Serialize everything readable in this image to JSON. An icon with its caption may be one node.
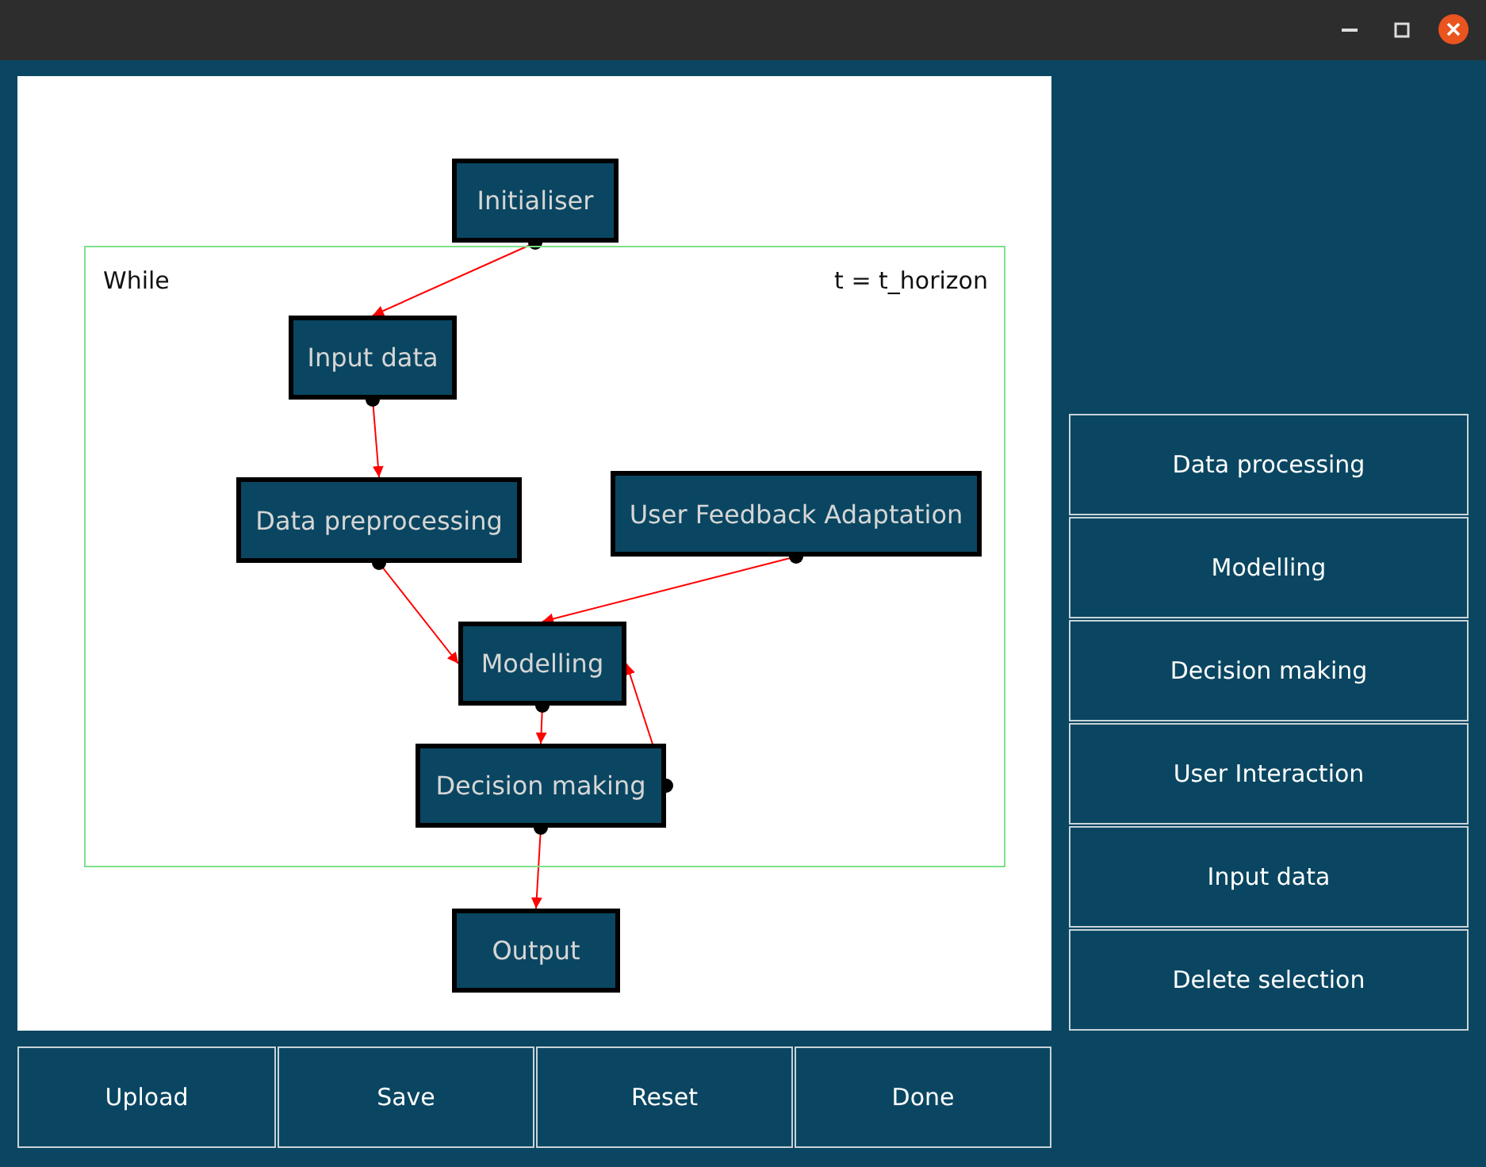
{
  "diagram": {
    "nodes": [
      {
        "text": [
          "Initialiser"
        ]
      },
      {
        "text": [
          "While",
          "t = t_horizon"
        ]
      },
      {
        "text": [
          "Input data"
        ],
        "in": 1
      },
      {
        "text": [
          "Data preprocessing"
        ],
        "in": 1
      },
      {
        "text": [
          "User Feedback Adaptation"
        ],
        "in": 1
      },
      {
        "text": [
          "Modelling"
        ],
        "in": 1
      },
      {
        "text": [
          "Decision making"
        ],
        "in": 1
      },
      {
        "text": [
          "Output"
        ]
      }
    ],
    "edges": [
      {
        "from": 0,
        "to": 2,
        "arrow": "to"
      },
      {
        "from": 2,
        "to": 3,
        "arrow": "to"
      },
      {
        "from": 3,
        "to": 5,
        "arrow": "to"
      },
      {
        "from": 4,
        "to": 5,
        "arrow": "to"
      },
      {
        "from": 5,
        "to": 6,
        "arrow": "to"
      },
      {
        "from": 6,
        "to": 5,
        "arrow": "to"
      },
      {
        "from": 6,
        "to": 7,
        "arrow": "to"
      }
    ],
    "labels": [
      "Data processing",
      "Modelling",
      "Decision making",
      "User Interaction",
      "Input data",
      "Delete selection",
      "Upload",
      "Save",
      "Reset",
      "Done"
    ]
  }
}
